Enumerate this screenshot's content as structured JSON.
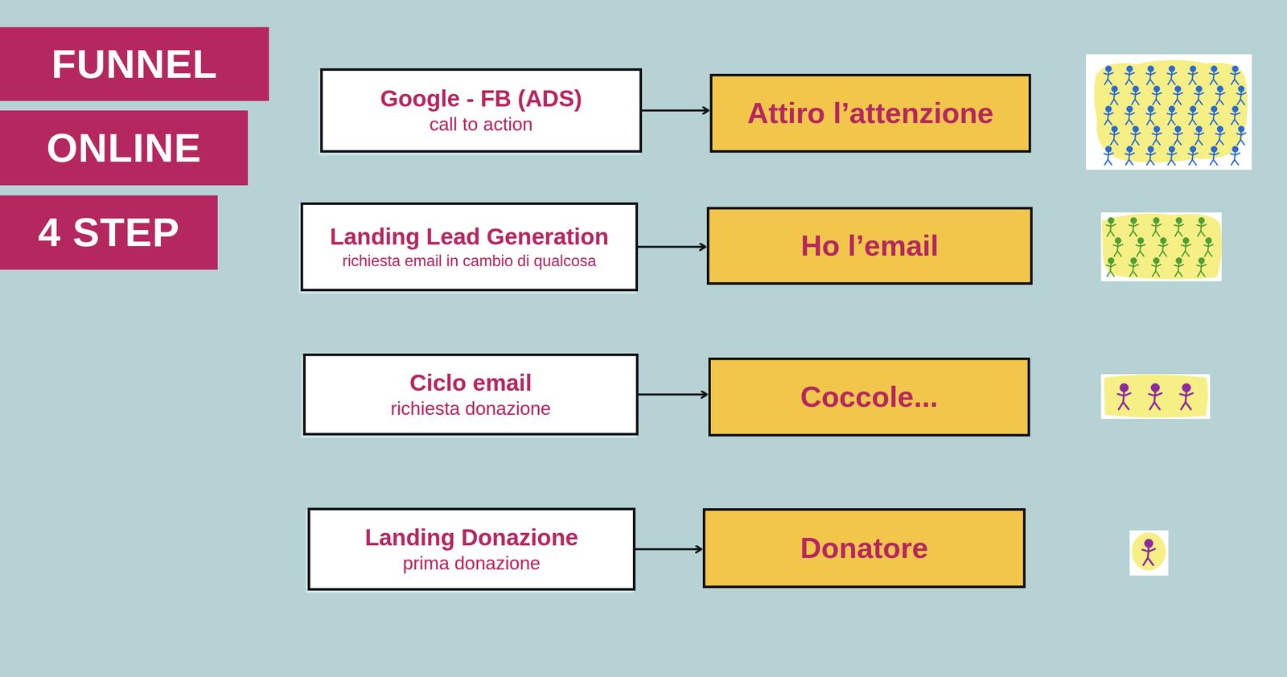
{
  "diagram": {
    "nodes": [
      {
        "text": [
          "FUNNEL"
        ]
      },
      {
        "text": [
          "ONLINE"
        ]
      },
      {
        "text": [
          "4 STEP"
        ]
      },
      {
        "text": [
          "Google - FB (ADS)",
          "call to action"
        ]
      },
      {
        "text": [
          "Attiro l’attenzione"
        ]
      },
      {
        "text": [
          "Landing Lead Generation",
          "richiesta email in cambio di qualcosa"
        ]
      },
      {
        "text": [
          "Ho l’email"
        ]
      },
      {
        "text": [
          "Ciclo email",
          "richiesta donazione"
        ]
      },
      {
        "text": [
          "Coccole..."
        ]
      },
      {
        "text": [
          "Landing Donazione",
          "prima donazione"
        ]
      },
      {
        "text": [
          "Donatore"
        ]
      }
    ],
    "edges": [
      {
        "from": 3,
        "to": 4,
        "arrow": "to"
      },
      {
        "from": 5,
        "to": 6,
        "arrow": "to"
      },
      {
        "from": 7,
        "to": 8,
        "arrow": "to"
      },
      {
        "from": 9,
        "to": 10,
        "arrow": "to"
      }
    ]
  }
}
